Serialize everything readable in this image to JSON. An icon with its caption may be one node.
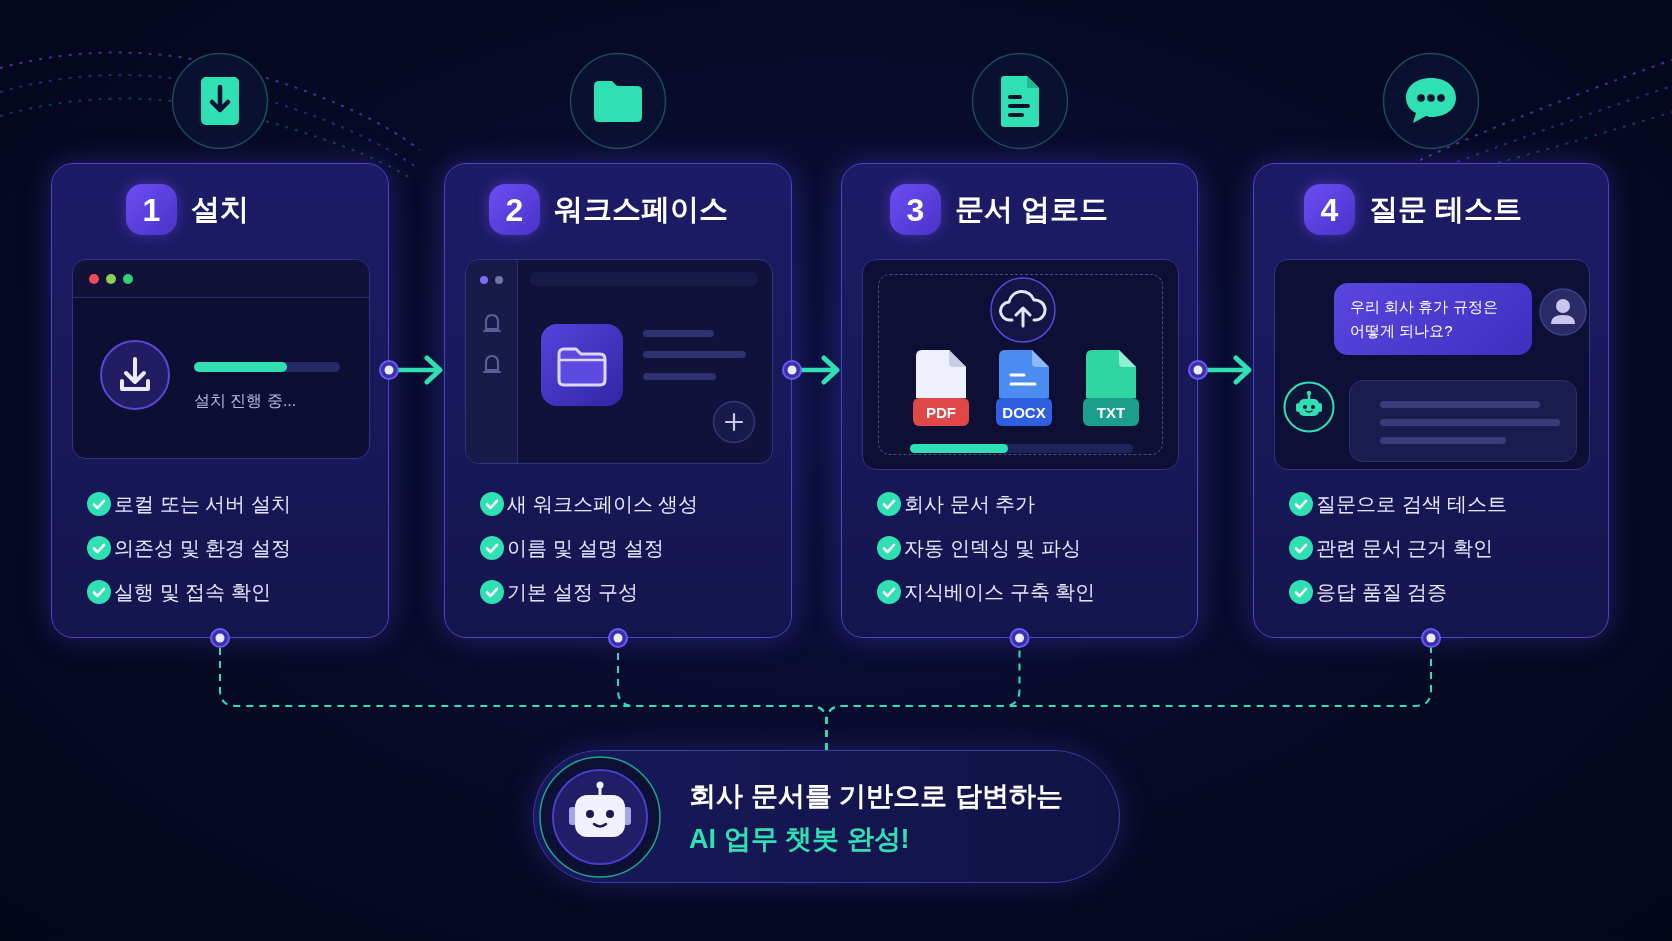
{
  "diagram": {
    "nodes": [
      {
        "text": [
          "설치",
          "로컬 또는 서버 설치",
          "의존성 및 환경 설정",
          "실행 및 접속 확인"
        ]
      },
      {
        "text": [
          "1"
        ],
        "in": 0
      },
      {
        "text": [
          "워크스페이스",
          "새 워크스페이스 생성",
          "이름 및 설명 설정",
          "기본 설정 구성"
        ]
      },
      {
        "text": [
          "2"
        ],
        "in": 2
      },
      {
        "text": [
          "문서 업로드",
          "회사 문서 추가",
          "자동 인덱싱 및 파싱",
          "지식베이스 구축 확인"
        ]
      },
      {
        "text": [
          "3"
        ],
        "in": 4
      },
      {
        "text": [
          "질문 테스트",
          "질문으로 검색 테스트",
          "관련 문서 근거 확인",
          "응답 품질 검증"
        ]
      },
      {
        "text": [
          "4"
        ],
        "in": 6
      },
      {
        "text": [
          "우리 회사 휴가 규정은 어떻게 되나요?"
        ],
        "in": 6
      },
      {
        "text": [
          "회사 문서를 기반으로 답변하는",
          "AI 업무 챗봇 완성!"
        ]
      }
    ],
    "edges": [
      {
        "from": 0,
        "to": 2,
        "arrow": "to"
      },
      {
        "from": 2,
        "to": 4,
        "arrow": "to"
      },
      {
        "from": 4,
        "to": 6,
        "arrow": "to"
      },
      {
        "from": 0,
        "to": 9,
        "arrow": "other",
        "style": "dashed"
      },
      {
        "from": 2,
        "to": 9,
        "arrow": "other",
        "style": "dashed"
      },
      {
        "from": 4,
        "to": 9,
        "arrow": "other",
        "style": "dashed"
      },
      {
        "from": 6,
        "to": 9,
        "arrow": "other",
        "style": "dashed"
      }
    ],
    "labels": [
      "설치 진행 중...",
      "PDF",
      "DOCX",
      "TXT"
    ]
  }
}
